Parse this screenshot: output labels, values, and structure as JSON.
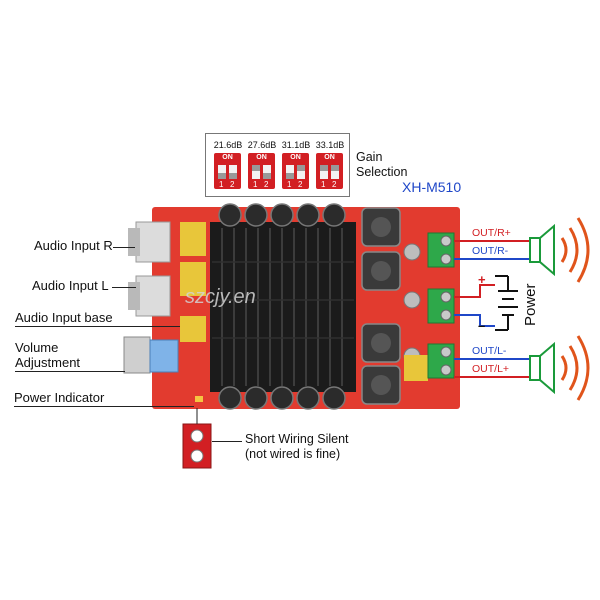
{
  "gain": {
    "options": [
      {
        "db": "21.6dB",
        "on": "ON",
        "n1": "1",
        "n2": "2",
        "sw1": "down",
        "sw2": "down"
      },
      {
        "db": "27.6dB",
        "on": "ON",
        "n1": "1",
        "n2": "2",
        "sw1": "up",
        "sw2": "down"
      },
      {
        "db": "31.1dB",
        "on": "ON",
        "n1": "1",
        "n2": "2",
        "sw1": "down",
        "sw2": "up"
      },
      {
        "db": "33.1dB",
        "on": "ON",
        "n1": "1",
        "n2": "2",
        "sw1": "up",
        "sw2": "up"
      }
    ],
    "label_line1": "Gain",
    "label_line2": "Selection"
  },
  "model": "XH-M510",
  "labels": {
    "audio_input_r": "Audio Input R",
    "audio_input_l": "Audio Input L",
    "audio_input_base": "Audio Input base",
    "volume_line1": "Volume",
    "volume_line2": "Adjustment",
    "power_indicator": "Power Indicator",
    "short_wiring_line1": "Short Wiring Silent",
    "short_wiring_line2": "(not wired is fine)"
  },
  "outputs": {
    "r_plus": "OUT/R+",
    "r_minus": "OUT/R-",
    "l_minus": "OUT/L-",
    "l_plus": "OUT/L+"
  },
  "power": {
    "label": "Power",
    "plus": "+",
    "minus": "–"
  },
  "watermark": "szcjy.en",
  "colors": {
    "board": "#e23b2f",
    "heatsink": "#1b1b1b",
    "capacitor": "#2b2b2b",
    "inductor": "#3a3a3a",
    "terminal": "#2ea84a",
    "positive_wire": "#d21f23",
    "negative_wire": "#1f47c8",
    "speaker": "#1a9a3a",
    "sound_wave": "#e0541b"
  }
}
